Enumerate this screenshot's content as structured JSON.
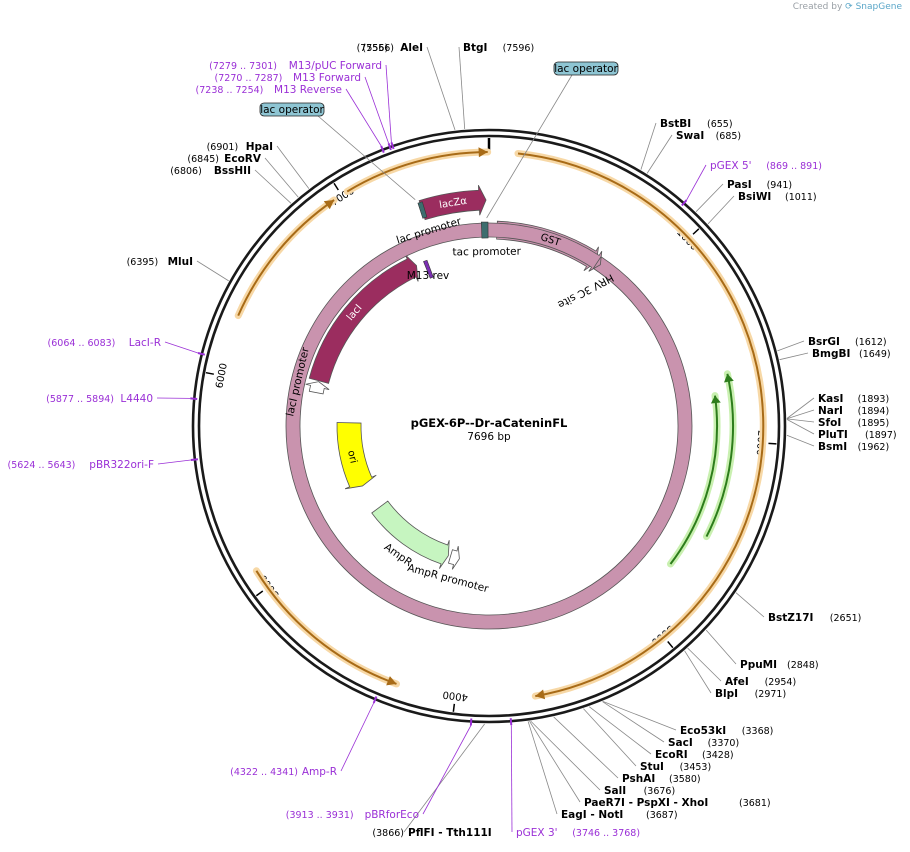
{
  "credit": {
    "prefix": "Created by",
    "brand": "SnapGene"
  },
  "plasmid": {
    "name": "pGEX-6P--Dr-aCateninFL",
    "length_label": "7696 bp",
    "length": 7696
  },
  "ticks": [
    {
      "bp": 1000,
      "label": "1000"
    },
    {
      "bp": 2000,
      "label": "2000"
    },
    {
      "bp": 3000,
      "label": "3000"
    },
    {
      "bp": 4000,
      "label": "4000"
    },
    {
      "bp": 5000,
      "label": "5000"
    },
    {
      "bp": 6000,
      "label": "6000"
    },
    {
      "bp": 7000,
      "label": "7000"
    }
  ],
  "enzymes": [
    {
      "name": "AleI",
      "pos": "(7556)",
      "bp": 7556
    },
    {
      "name": "BtgI",
      "pos": "(7596)",
      "bp": 7596
    },
    {
      "name": "BstBI",
      "pos": "(655)",
      "bp": 655
    },
    {
      "name": "SwaI",
      "pos": "(685)",
      "bp": 685
    },
    {
      "name": "PasI",
      "pos": "(941)",
      "bp": 941
    },
    {
      "name": "BsiWI",
      "pos": "(1011)",
      "bp": 1011
    },
    {
      "name": "BsrGI",
      "pos": "(1612)",
      "bp": 1612
    },
    {
      "name": "BmgBI",
      "pos": "(1649)",
      "bp": 1649
    },
    {
      "name": "KasI",
      "pos": "(1893)",
      "bp": 1893
    },
    {
      "name": "NarI",
      "pos": "(1894)",
      "bp": 1894
    },
    {
      "name": "SfoI",
      "pos": "(1895)",
      "bp": 1895
    },
    {
      "name": "PluTI",
      "pos": "(1897)",
      "bp": 1897
    },
    {
      "name": "BsmI",
      "pos": "(1962)",
      "bp": 1962
    },
    {
      "name": "BstZ17I",
      "pos": "(2651)",
      "bp": 2651
    },
    {
      "name": "PpuMI",
      "pos": "(2848)",
      "bp": 2848
    },
    {
      "name": "AfeI",
      "pos": "(2954)",
      "bp": 2954
    },
    {
      "name": "BlpI",
      "pos": "(2971)",
      "bp": 2971
    },
    {
      "name": "Eco53kI",
      "pos": "(3368)",
      "bp": 3368
    },
    {
      "name": "SacI",
      "pos": "(3370)",
      "bp": 3370
    },
    {
      "name": "EcoRI",
      "pos": "(3428)",
      "bp": 3428
    },
    {
      "name": "StuI",
      "pos": "(3453)",
      "bp": 3453
    },
    {
      "name": "PshAI",
      "pos": "(3580)",
      "bp": 3580
    },
    {
      "name": "SalI",
      "pos": "(3676)",
      "bp": 3676
    },
    {
      "name": "PaeR7I - PspXI - XhoI",
      "pos": "(3681)",
      "bp": 3681
    },
    {
      "name": "EagI - NotI",
      "pos": "(3687)",
      "bp": 3687
    },
    {
      "name": "PflFI - Tth111I",
      "pos": "(3866)",
      "bp": 3866
    },
    {
      "name": "MluI",
      "pos": "(6395)",
      "bp": 6395
    },
    {
      "name": "BssHII",
      "pos": "(6806)",
      "bp": 6806
    },
    {
      "name": "EcoRV",
      "pos": "(6845)",
      "bp": 6845
    },
    {
      "name": "HpaI",
      "pos": "(6901)",
      "bp": 6901
    }
  ],
  "primers": [
    {
      "name": "M13/pUC Forward",
      "pos": "(7279 .. 7301)",
      "bp": 7290
    },
    {
      "name": "M13 Forward",
      "pos": "(7270 .. 7287)",
      "bp": 7278
    },
    {
      "name": "M13 Reverse",
      "pos": "(7238 .. 7254)",
      "bp": 7246
    },
    {
      "name": "pGEX 5'",
      "pos": "(869 .. 891)",
      "bp": 880
    },
    {
      "name": "LacI-R",
      "pos": "(6064 .. 6083)",
      "bp": 6073
    },
    {
      "name": "L4440",
      "pos": "(5877 .. 5894)",
      "bp": 5885
    },
    {
      "name": "pBR322ori-F",
      "pos": "(5624 .. 5643)",
      "bp": 5633
    },
    {
      "name": "Amp-R",
      "pos": "(4322 .. 4341)",
      "bp": 4331
    },
    {
      "name": "pBRforEco",
      "pos": "(3913 .. 3931)",
      "bp": 3922
    },
    {
      "name": "pGEX 3'",
      "pos": "(3746 .. 3768)",
      "bp": 3757
    }
  ],
  "features": [
    {
      "name": "lacI",
      "start": 6090,
      "end": 7176,
      "color": "#9b2d5f",
      "label_inside": true
    },
    {
      "name": "lacZα",
      "start": 7328,
      "end": 7680,
      "color": "#9b2d5f",
      "label_inside": true
    },
    {
      "name": "GST",
      "start": 50,
      "end": 710,
      "color": "#c993ae",
      "label_inside": true
    },
    {
      "name": "HRV 3C site",
      "start": 716,
      "end": 740,
      "color": "#c993ae",
      "label_inside": false
    },
    {
      "name": "ori",
      "start": 5230,
      "end": 5800,
      "color": "#ffff00",
      "label_inside": true
    },
    {
      "name": "AmpR",
      "start": 4220,
      "end": 4990,
      "color": "#c6f5c0",
      "label_inside": false
    },
    {
      "name": "lacI promoter",
      "start": 6006,
      "end": 6084,
      "color": "#ffffff",
      "label_inside": false
    },
    {
      "name": "AmpR promoter",
      "start": 4117,
      "end": 4200,
      "color": "#ffffff",
      "label_inside": false
    },
    {
      "name": "tac promoter",
      "start": 7656,
      "end": 7695,
      "color": "#3c6d6e",
      "label_inside": false
    },
    {
      "name": "lac promoter",
      "start": 7320,
      "end": 7345,
      "color": "#3c6d6e",
      "label_inside": false
    },
    {
      "name": "M13 rev",
      "start": 7236,
      "end": 7256,
      "color": "#7b2fb3",
      "label_inside": false
    }
  ],
  "lac_operators": [
    {
      "label": "lac operator",
      "bp": 7682
    },
    {
      "label": "lac operator",
      "bp": 7310
    }
  ],
  "colors": {
    "backbone": "#1a1a1a",
    "orange_arc": "#a86b17",
    "orange_glow": "#f7d8a6",
    "green_arc": "#2d7d1c",
    "green_glow": "#c9f0b0",
    "primer": "#9a2fd6",
    "leader": "#888888"
  }
}
